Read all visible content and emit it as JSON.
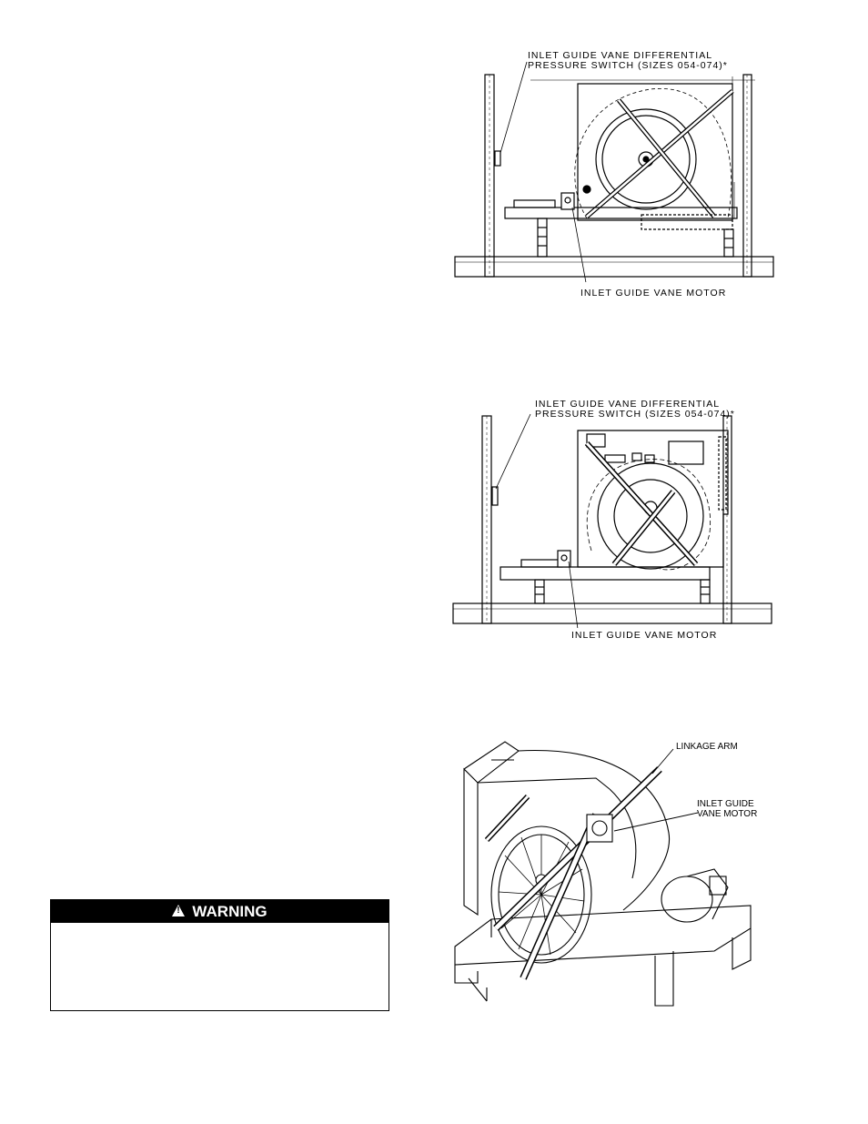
{
  "figures": {
    "fig1": {
      "label_switch_line1": "INLET GUIDE VANE DIFFERENTIAL",
      "label_switch_line2": "PRESSURE SWITCH (SIZES 054-074)*",
      "label_motor": "INLET GUIDE VANE MOTOR"
    },
    "fig2": {
      "label_switch_line1": "INLET GUIDE VANE DIFFERENTIAL",
      "label_switch_line2": "PRESSURE SWITCH (SIZES 054-074)*",
      "label_motor": "INLET GUIDE VANE MOTOR"
    },
    "fig3": {
      "label_linkage": "LINKAGE ARM",
      "label_motor_line1": "INLET GUIDE",
      "label_motor_line2": "VANE MOTOR"
    }
  },
  "warning": {
    "title": "WARNING",
    "icon": "warning-triangle-icon"
  }
}
